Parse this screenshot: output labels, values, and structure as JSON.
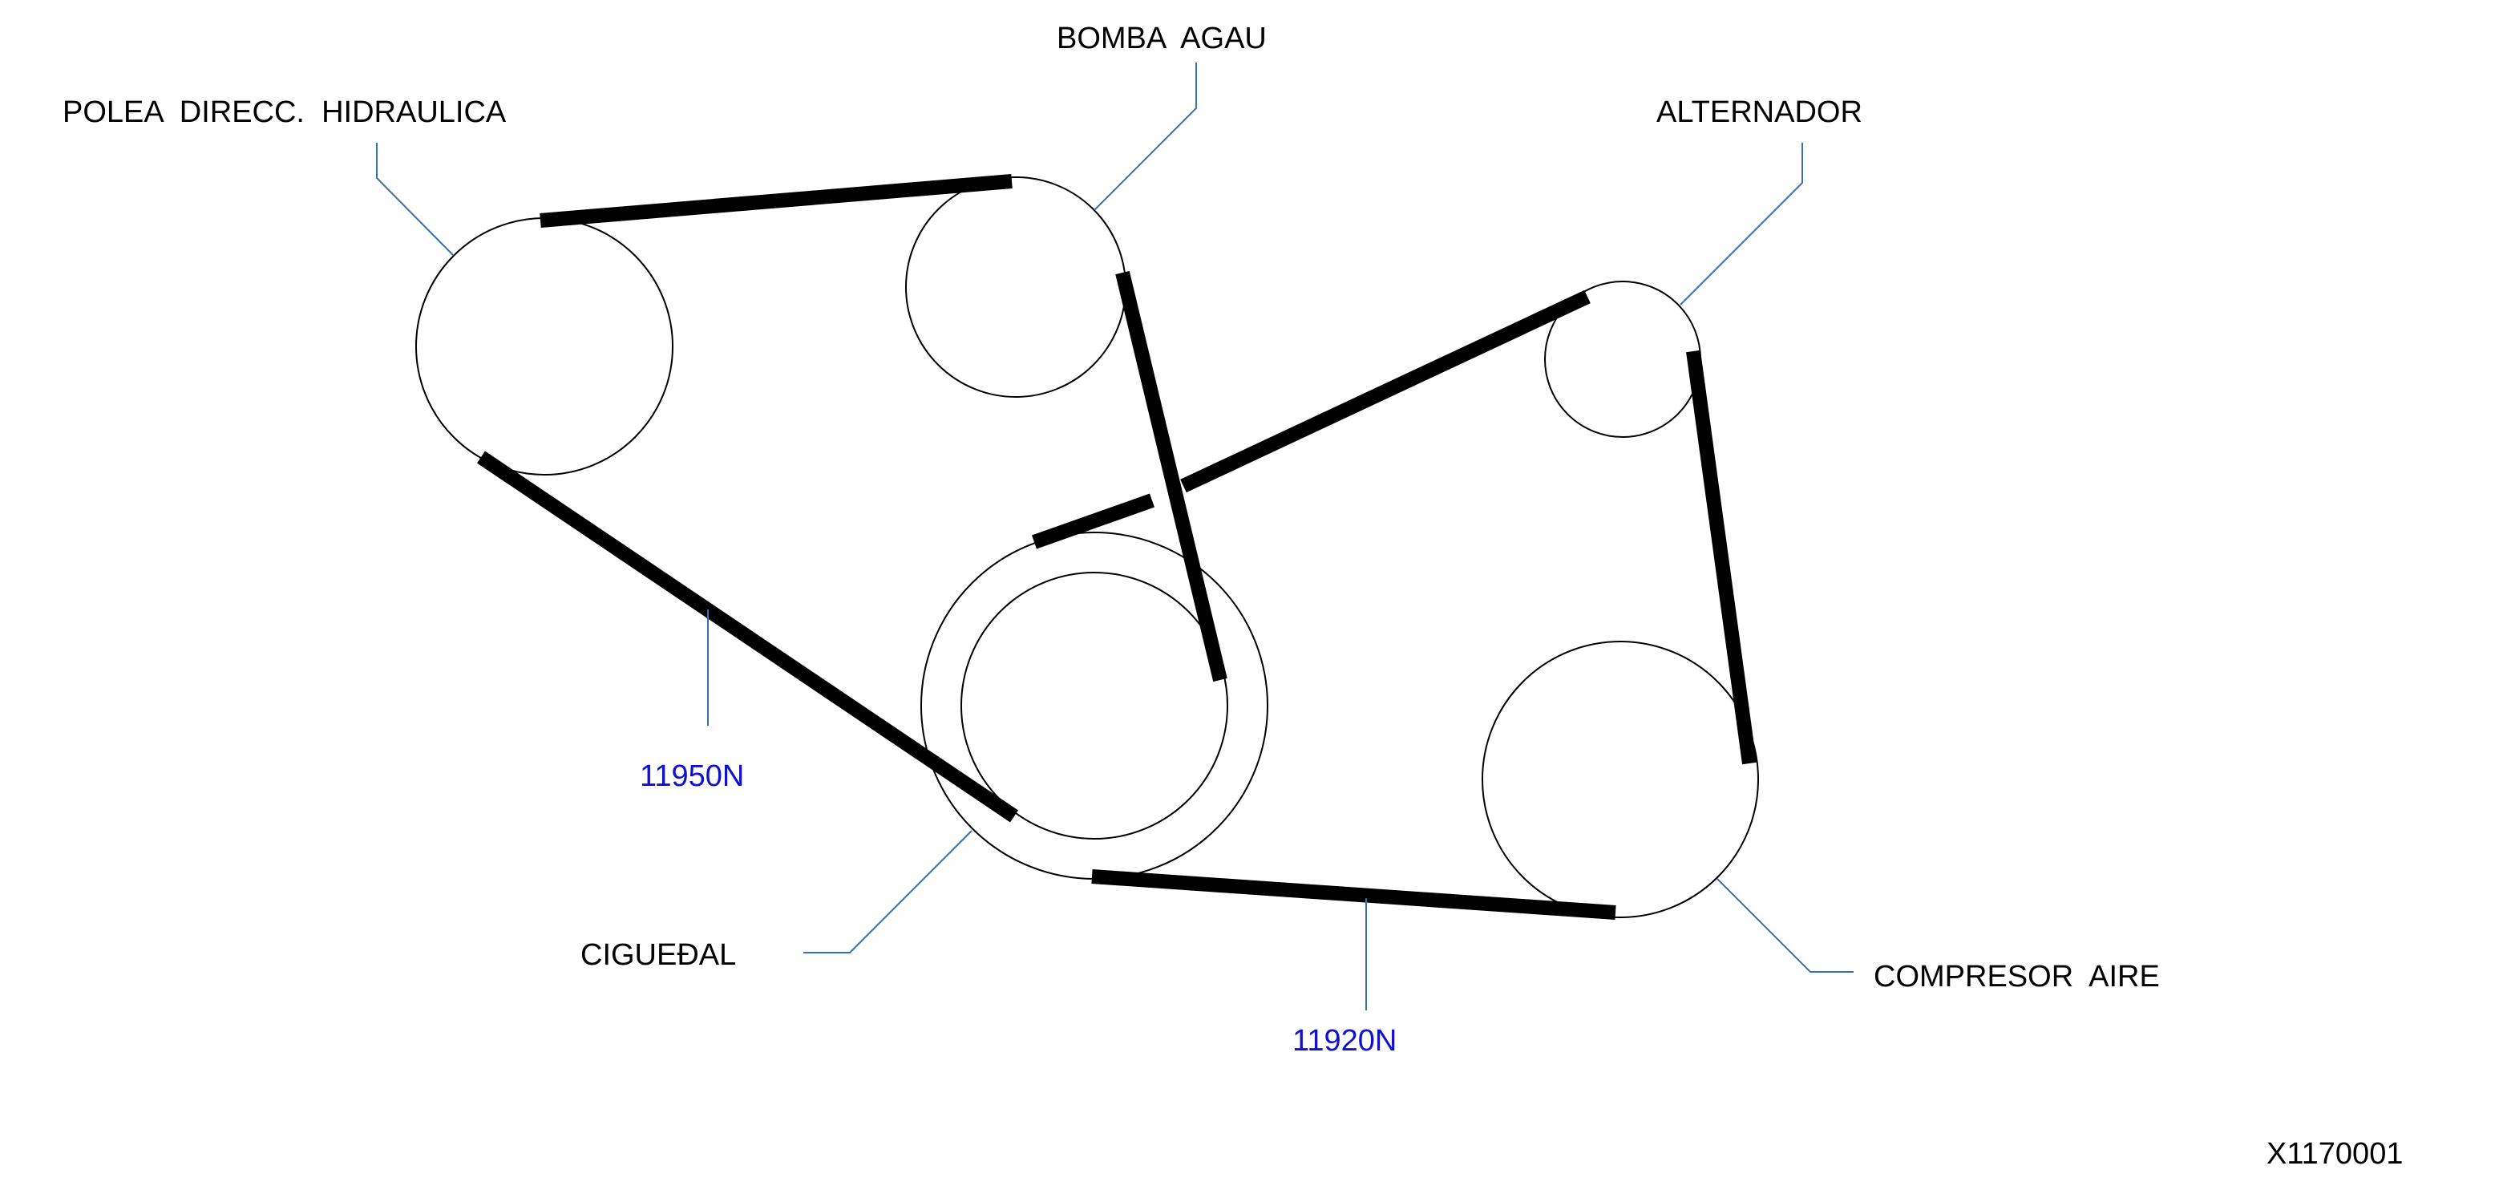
{
  "labels": {
    "polea_direccion": "POLEA  DIRECC.  HIDRAULICA",
    "bomba_agua": "BOMBA  AGAU",
    "alternador": "ALTERNADOR",
    "cigueñal": "CIGUEÐAL",
    "compresor": "COMPRESOR  AIRE"
  },
  "part_numbers": {
    "belt_inner": "11950N",
    "belt_outer": "11920N"
  },
  "diagram_code": "X1170001",
  "colors": {
    "part_number": "#1010d0",
    "leader_line": "#3a6fb0",
    "belt": "#000000"
  }
}
